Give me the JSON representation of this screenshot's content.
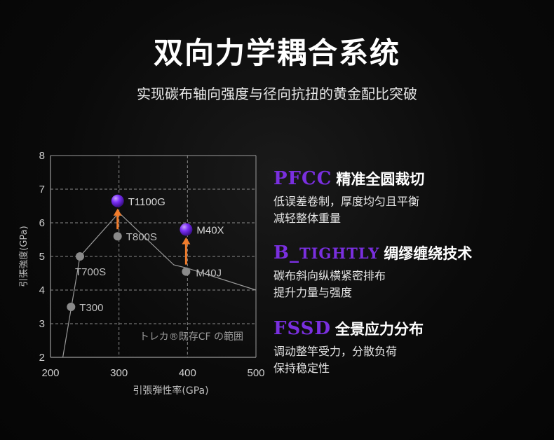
{
  "header": {
    "title": "双向力学耦合系统",
    "subtitle": "实现碳布轴向强度与径向抗扭的黄金配比突破"
  },
  "chart_data": {
    "type": "scatter",
    "xlabel": "引張弾性率(GPa)",
    "ylabel": "引張強度(GPa)",
    "xlim": [
      200,
      500
    ],
    "ylim": [
      2,
      8
    ],
    "xticks": [
      200,
      300,
      400,
      500
    ],
    "yticks": [
      2,
      3,
      4,
      5,
      6,
      7,
      8
    ],
    "grid": true,
    "annotation": "トレカ®既存CF の範囲",
    "envelope": [
      {
        "x": 218,
        "y": 2.0
      },
      {
        "x": 243,
        "y": 5.0
      },
      {
        "x": 300,
        "y": 6.3
      },
      {
        "x": 380,
        "y": 4.75
      },
      {
        "x": 400,
        "y": 4.65
      },
      {
        "x": 500,
        "y": 4.0
      }
    ],
    "points": [
      {
        "label": "T300",
        "x": 230,
        "y": 3.5,
        "kind": "existing"
      },
      {
        "label": "T700S",
        "x": 243,
        "y": 5.0,
        "kind": "existing"
      },
      {
        "label": "T800S",
        "x": 298,
        "y": 5.6,
        "kind": "existing"
      },
      {
        "label": "M40J",
        "x": 398,
        "y": 4.55,
        "kind": "existing"
      },
      {
        "label": "T1100G",
        "x": 298,
        "y": 6.65,
        "kind": "new"
      },
      {
        "label": "M40X",
        "x": 398,
        "y": 5.8,
        "kind": "new"
      }
    ],
    "arrows": [
      {
        "from": "T800S",
        "to": "T1100G"
      },
      {
        "from": "M40J",
        "to": "M40X"
      }
    ],
    "colors": {
      "existing": "#8a8a8a",
      "new": "#7b2ff7",
      "arrow": "#f07c2c",
      "axis": "#9a9a9a",
      "grid": "#8a8a8a",
      "tick_text": "#cfcfcf",
      "label_text": "#bdbdbd"
    }
  },
  "features": [
    {
      "brand": "PFCC",
      "heading": "精准全圆裁切",
      "lines": [
        "低误差卷制，厚度均匀且平衡",
        "减轻整体重量"
      ]
    },
    {
      "brand_main": "B",
      "brand_sep": "_",
      "brand_rest": "TIGHTLY",
      "heading": "绸缪缠绕技术",
      "lines": [
        "碳布斜向纵横紧密排布",
        "提升力量与强度"
      ]
    },
    {
      "brand": "FSSD",
      "heading": "全景应力分布",
      "lines": [
        "调动整竿受力，分散负荷",
        "保持稳定性"
      ]
    }
  ]
}
